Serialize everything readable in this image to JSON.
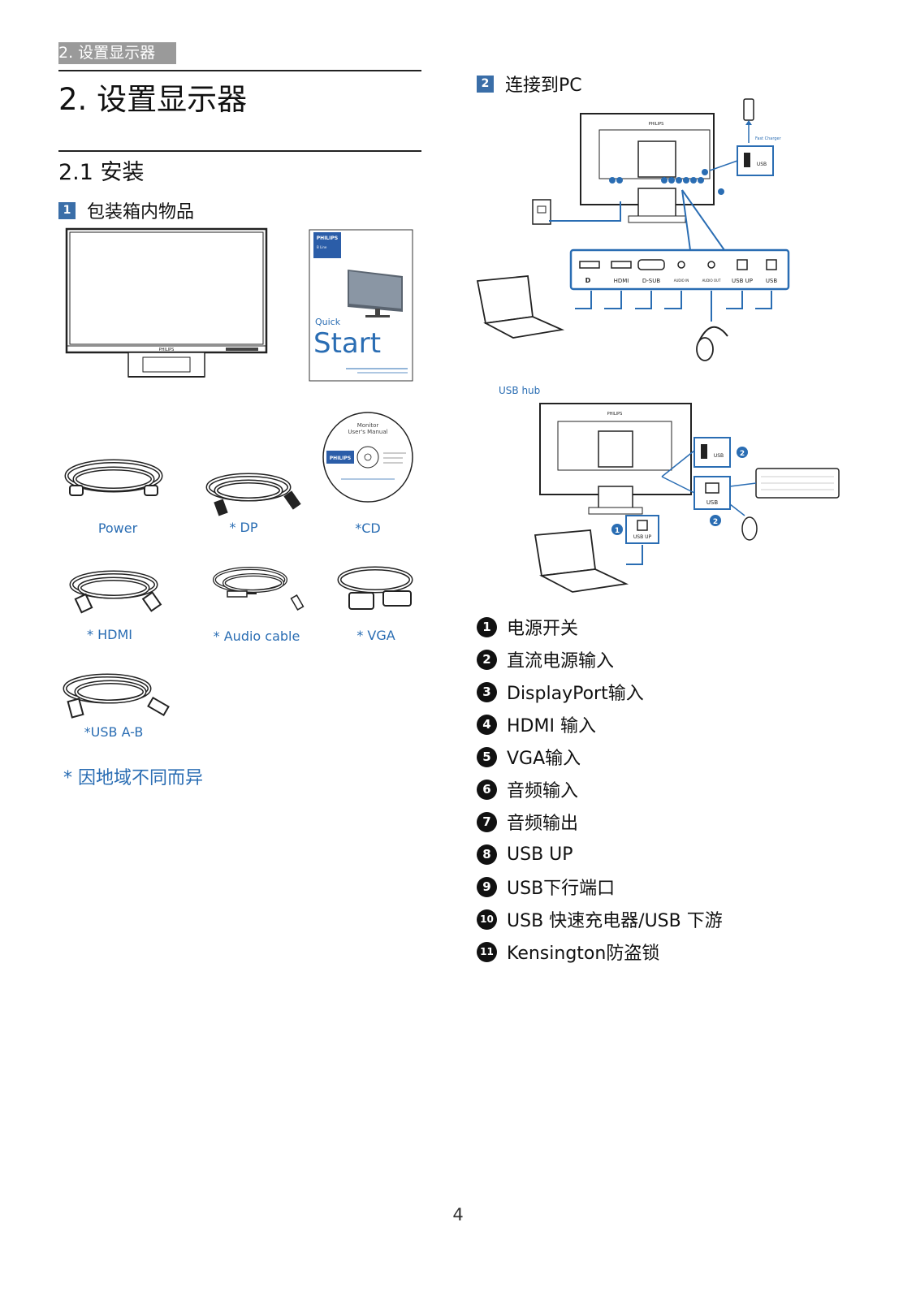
{
  "header": {
    "tab_label": "2. 设置显示器"
  },
  "titles": {
    "chapter": "2.  设置显示器",
    "section": "2.1  安装"
  },
  "box_contents": {
    "num": "1",
    "title": "包装箱内物品",
    "qs_brand": "PHILIPS",
    "qs_line": "B Line",
    "qs_quick": "Quick",
    "qs_start": "Start",
    "cd_line1": "Monitor",
    "cd_line2": "User's Manual",
    "cd_brand": "PHILIPS",
    "monitor_brand": "PHILIPS",
    "items": [
      {
        "label": "Power"
      },
      {
        "label": "* DP"
      },
      {
        "label": "*CD"
      },
      {
        "label": "* HDMI"
      },
      {
        "label": "* Audio cable"
      },
      {
        "label": "* VGA"
      },
      {
        "label": "*USB A-B"
      }
    ],
    "note": "* 因地域不同而异"
  },
  "connect": {
    "num": "2",
    "title": "连接到PC",
    "brand": "PHILIPS",
    "fast_charger": "Fast Charger",
    "usb_label": "USB",
    "ports": [
      "HDMI",
      "D-SUB",
      "AUDIO IN",
      "AUDIO OUT",
      "USB UP",
      "USB"
    ],
    "usb_hub_label": "USB hub",
    "usb_up_label": "USB UP",
    "hub_num_1": "1",
    "hub_num_2": "2"
  },
  "legend": [
    {
      "num": "1",
      "text": "电源开关"
    },
    {
      "num": "2",
      "text": "直流电源输入"
    },
    {
      "num": "3",
      "text": "DisplayPort输入"
    },
    {
      "num": "4",
      "text": "HDMI 输入"
    },
    {
      "num": "5",
      "text": "VGA输入"
    },
    {
      "num": "6",
      "text": "音频输入"
    },
    {
      "num": "7",
      "text": "音频输出"
    },
    {
      "num": "8",
      "text": "USB UP"
    },
    {
      "num": "9",
      "text": "USB下行端口"
    },
    {
      "num": "10",
      "text": "USB 快速充电器/USB 下游"
    },
    {
      "num": "11",
      "text": "Kensington防盗锁"
    }
  ],
  "page_number": "4"
}
